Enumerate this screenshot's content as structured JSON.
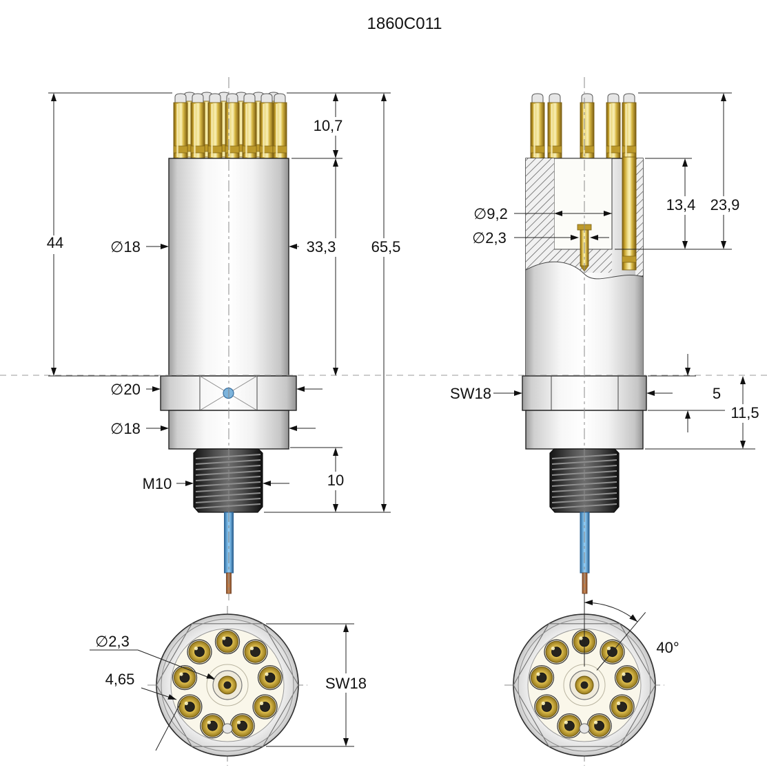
{
  "title": "1860C011",
  "front_view": {
    "dim_44": "44",
    "dim_dia18_upper": "∅18",
    "dim_dia20": "∅20",
    "dim_dia18_lower": "∅18",
    "dim_m10": "M10",
    "dim_10_7": "10,7",
    "dim_33_3": "33,3",
    "dim_65_5": "65,5",
    "dim_10": "10"
  },
  "section_view": {
    "dim_dia9_2": "∅9,2",
    "dim_dia2_3": "∅2,3",
    "dim_13_4": "13,4",
    "dim_23_9": "23,9",
    "dim_sw18": "SW18",
    "dim_5": "5",
    "dim_11_5": "11,5"
  },
  "end_view_left": {
    "dim_dia2_3": "∅2,3",
    "dim_4_65": "4,65",
    "dim_sw18": "SW18"
  },
  "end_view_right": {
    "dim_40": "40°"
  },
  "colors": {
    "gold": "#d9b945",
    "gold_dark": "#7a5c10",
    "body_gray": "#e8e8e8",
    "thread_dark": "#2e2e2e",
    "wire_blue": "#78b7e4",
    "wire_copper": "#c98a58",
    "line": "#1a1a1a",
    "centerline": "#8a8a8a",
    "background": "#ffffff"
  }
}
